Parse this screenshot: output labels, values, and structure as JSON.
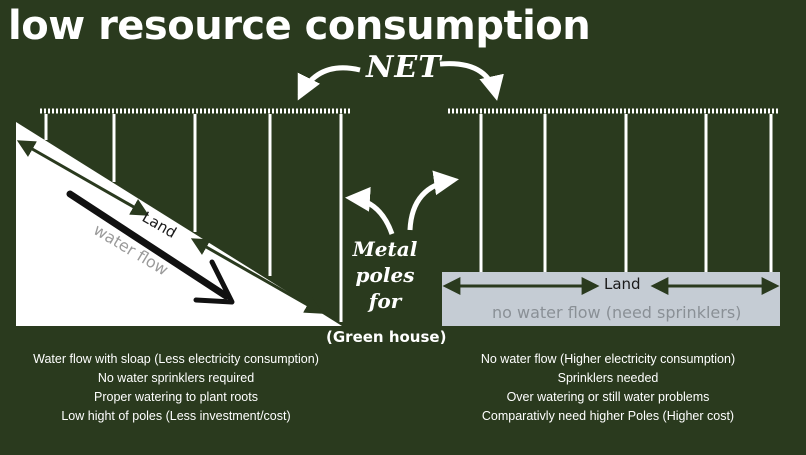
{
  "title": "low resource consumption",
  "net_label": "NET",
  "metal_poles": [
    "Metal",
    "poles",
    "for"
  ],
  "green_house": "(Green house)",
  "left": {
    "land_label": "Land",
    "flow_label": "water flow",
    "points": [
      "Water flow with sloap (Less electricity consumption)",
      "No water sprinklers  required",
      "Proper watering to plant roots",
      "Low hight of poles (Less investment/cost)"
    ]
  },
  "right": {
    "land_label": "Land",
    "flow_label": "no water flow (need sprinklers)",
    "points": [
      "No water flow (Higher electricity consumption)",
      "Sprinklers needed",
      "Over watering or still water problems",
      "Comparativly need higher Poles (Higher cost)"
    ]
  },
  "colors": {
    "background": "#2a3a1e",
    "slope_land": "#ffffff",
    "flat_land": "#c5ccd4",
    "poles": "#ffffff",
    "arrow": "#2a3a1e"
  }
}
